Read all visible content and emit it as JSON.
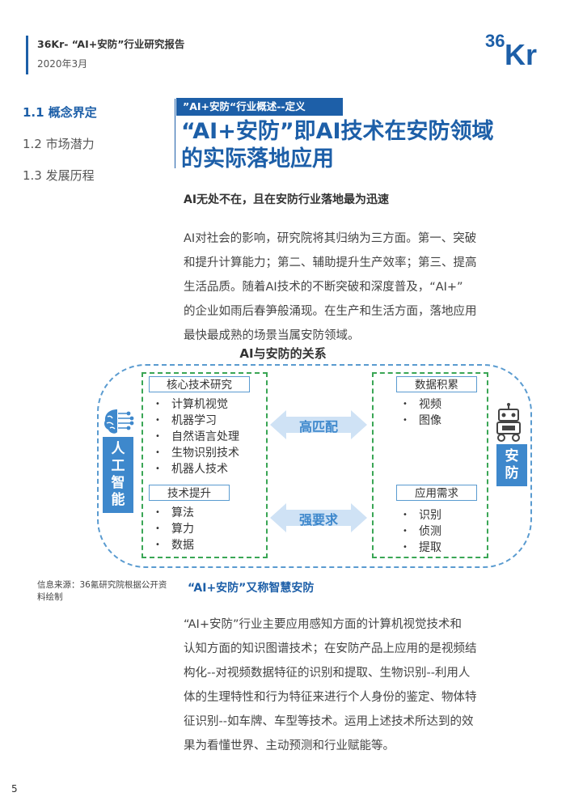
{
  "header": {
    "title": "36Kr- “AI+安防”行业研究报告",
    "date": "2020年3月",
    "logo_text": "36Kr"
  },
  "nav": {
    "items": [
      {
        "label": "1.1 概念界定",
        "active": true
      },
      {
        "label": "1.2 市场潜力",
        "active": false
      },
      {
        "label": "1.3 发展历程",
        "active": false
      }
    ]
  },
  "section": {
    "tag": "”AI+安防“行业概述--定义",
    "headline_lines": [
      "“AI+安防”即AI技术在安防领域",
      "的实际落地应用"
    ],
    "subhead": "AI无处不在，且在安防行业落地最为迅速",
    "paragraph_lines": [
      "AI对社会的影响，研究院将其归纳为三方面。第一、突破",
      "和提升计算能力；第二、辅助提升生产效率；第三、提高",
      "生活品质。随着AI技术的不断突破和深度普及，“AI+”",
      "的企业如雨后春笋般涌现。在生产和生活方面，落地应用",
      "最快最成熟的场景当属安防领域。"
    ]
  },
  "figure": {
    "title": "AI与安防的关系",
    "left_label_chars": [
      "人",
      "工",
      "智",
      "能"
    ],
    "right_label_chars": [
      "安",
      "防"
    ],
    "core_tech": {
      "title": "核心技术研究",
      "items": [
        "计算机视觉",
        "机器学习",
        "自然语言处理",
        "生物识别技术",
        "机器人技术"
      ]
    },
    "tech_up": {
      "title": "技术提升",
      "items": [
        "算法",
        "算力",
        "数据"
      ]
    },
    "data_acc": {
      "title": "数据积累",
      "items": [
        "视频",
        "图像"
      ]
    },
    "app_need": {
      "title": "应用需求",
      "items": [
        "识别",
        "侦测",
        "提取"
      ]
    },
    "arrow_top_label": "高匹配",
    "arrow_bottom_label": "强要求",
    "bullet_char": "•"
  },
  "source": "信息来源：36氪研究院根据公开资料绘制",
  "section2": {
    "subhead": "“AI+安防”又称智慧安防",
    "paragraph_lines": [
      "“AI+安防”行业主要应用感知方面的计算机视觉技术和",
      "认知方面的知识图谱技术；在安防产品上应用的是视频结",
      "构化--对视频数据特征的识别和提取、生物识别--利用人",
      "体的生理特性和行为特征来进行个人身份的鉴定、物体特",
      "征识别--如车牌、车型等技术。运用上述技术所达到的效",
      "果为看懂世界、主动预测和行业赋能等。"
    ]
  },
  "page_number": "5",
  "colors": {
    "brand_blue": "#1d5fa8",
    "light_blue": "#3e88cc",
    "green_dash": "#3aa655"
  }
}
